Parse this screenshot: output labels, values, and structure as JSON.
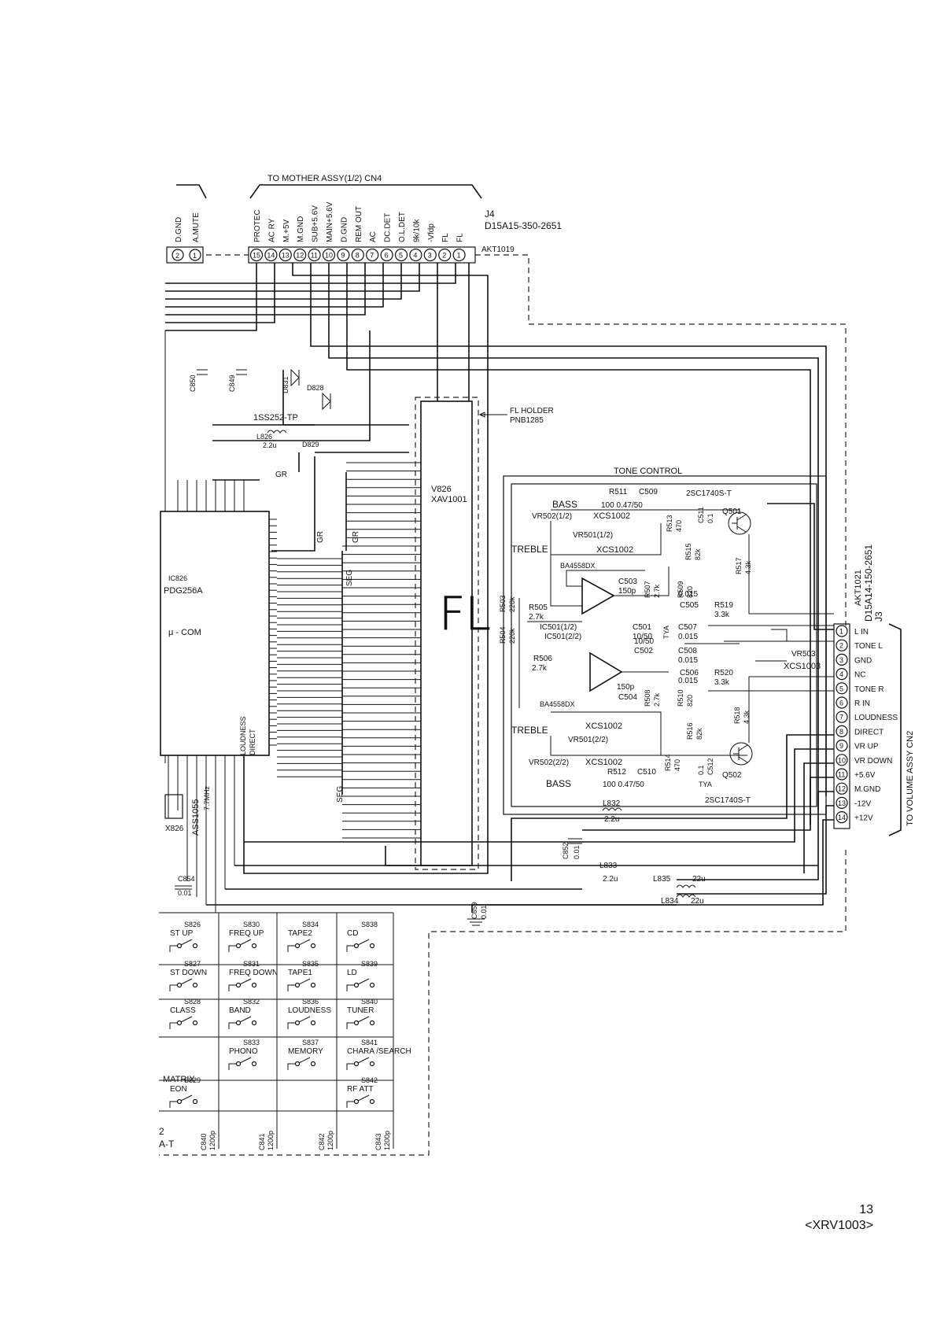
{
  "header": {
    "mother_assy": "TO MOTHER ASSY(1/2) CN4",
    "j4_name": "J4",
    "j4_part": "D15A15-350-2651",
    "j4_akt": "AKT1019"
  },
  "left_pins": [
    {
      "num": "2",
      "label": "D.GND"
    },
    {
      "num": "1",
      "label": "A.MUTE"
    }
  ],
  "j4_pins": [
    {
      "num": "15",
      "label": "PROTEC"
    },
    {
      "num": "14",
      "label": "AC RY"
    },
    {
      "num": "13",
      "label": "M.+5V"
    },
    {
      "num": "12",
      "label": "M.GND"
    },
    {
      "num": "11",
      "label": "SUB+5.6V"
    },
    {
      "num": "10",
      "label": "MAIN+5.6V"
    },
    {
      "num": "9",
      "label": "D.GND"
    },
    {
      "num": "8",
      "label": "REM OUT"
    },
    {
      "num": "7",
      "label": "AC"
    },
    {
      "num": "6",
      "label": "DC.DET"
    },
    {
      "num": "5",
      "label": "O.L.DET"
    },
    {
      "num": "4",
      "label": "9k/10k"
    },
    {
      "num": "3",
      "label": "-Vfdp"
    },
    {
      "num": "2",
      "label": "FL"
    },
    {
      "num": "1",
      "label": "FL"
    }
  ],
  "components": {
    "ic826_ref": "IC826",
    "ic826_part": "PDG256A",
    "ucom": "μ - COM",
    "diode": "1SS252-TP",
    "fl_holder": "FL HOLDER",
    "fl_holder_part": "PNB1285",
    "v826_ref": "V826",
    "v826_part": "XAV1001",
    "fl_glyph": "FL",
    "gr": "GR",
    "seg": "SEG",
    "loudness": "LOUDNESS",
    "direct": "DIRECT",
    "l826": "L826",
    "l826_val": "2.2u",
    "d829": "D829",
    "d828": "D828",
    "d831": "D831",
    "x826": "X826",
    "xtal_part": "ASS1055",
    "xtal_freq": "7.7MHz",
    "c854": "C854",
    "c854_val": "0.01",
    "c859": "C859",
    "c859_val": "0.01",
    "c852": "C852",
    "c852_val": "0.01",
    "l832": "L832",
    "l832_val": "2.2u",
    "l833": "L833",
    "l833_val": "2.2u",
    "l835": "L835",
    "l835_val": "22u",
    "l834": "L834",
    "l834_val": "22u",
    "side_part": "A-T",
    "side_num": "2"
  },
  "tone": {
    "title": "TONE CONTROL",
    "bass": "BASS",
    "treble": "TREBLE",
    "vr502_1": "VR502(1/2)",
    "vr502_2": "VR502(2/2)",
    "vr501_1": "VR501(1/2)",
    "vr501_2": "VR501(2/2)",
    "xcs1002": "XCS1002",
    "r511": "R511",
    "c509": "C509",
    "v509": "100  0.47/50",
    "r512": "R512",
    "c510": "C510",
    "v510": "100  0.47/50",
    "q501": "Q501",
    "q502": "Q502",
    "tr1": "2SC1740S-T",
    "tr2": "2SC1740S-T",
    "ba4558": "BA4558DX",
    "ic501_1": "IC501(1/2)",
    "ic501_2": "IC501(2/2)",
    "r505": "R505",
    "r505v": "2.7k",
    "r506": "R506",
    "r506v": "2.7k",
    "c503": "C503",
    "c503v": "150p",
    "c504": "C504",
    "c504v": "150p",
    "r507": "R507",
    "r507v": "2.7k",
    "r508": "R508",
    "r508v": "2.7k",
    "r509": "R509",
    "r510": "R510",
    "r509v": "820",
    "r510v": "820",
    "r515": "R515",
    "r516": "R516",
    "r515v": "82k",
    "r516v": "82k",
    "r517": "R517",
    "r518": "R518",
    "r517v": "4.3k",
    "r518v": "4.3k",
    "r519": "R519",
    "r520": "R520",
    "r519v": "3.3k",
    "r520v": "3.3k",
    "r513": "R513",
    "r514": "R514",
    "r513v": "470",
    "r514v": "470",
    "c511": "C511",
    "c512": "C512",
    "c511v": "0.1",
    "c512v": "0.1",
    "c501": "C501",
    "c502": "C502",
    "c501v": "10/50",
    "c502v": "10/50",
    "c505": "C505",
    "c506": "C506",
    "c505v": "0.015",
    "c506v": "0.015",
    "c507": "C507",
    "c508": "C508",
    "c507v": "0.015",
    "c508v": "0.015",
    "r503": "R503",
    "r504": "R504",
    "r503v": "220k",
    "r504v": "220k",
    "tya": "TYA",
    "vr503": "VR503",
    "xcs1003": "XCS1003"
  },
  "j3": {
    "name": "J3",
    "part": "D15A14-150-2651",
    "akt": "AKT1021",
    "to_volume": "TO VOLUME ASSY CN2",
    "pins": [
      {
        "num": "1",
        "label": "L IN"
      },
      {
        "num": "2",
        "label": "TONE L"
      },
      {
        "num": "3",
        "label": "GND"
      },
      {
        "num": "4",
        "label": "NC"
      },
      {
        "num": "5",
        "label": "TONE R"
      },
      {
        "num": "6",
        "label": "R IN"
      },
      {
        "num": "7",
        "label": "LOUDNESS"
      },
      {
        "num": "8",
        "label": "DIRECT"
      },
      {
        "num": "9",
        "label": "VR UP"
      },
      {
        "num": "10",
        "label": "VR DOWN"
      },
      {
        "num": "11",
        "label": "+5.6V"
      },
      {
        "num": "12",
        "label": "M.GND"
      },
      {
        "num": "13",
        "label": "-12V"
      },
      {
        "num": "14",
        "label": "+12V"
      }
    ]
  },
  "matrix": {
    "title": "MATRIX",
    "switches": [
      {
        "ref": "S826",
        "label": "ST UP"
      },
      {
        "ref": "S830",
        "label": "FREQ UP"
      },
      {
        "ref": "S834",
        "label": "TAPE2"
      },
      {
        "ref": "S838",
        "label": "CD"
      },
      {
        "ref": "S827",
        "label": "ST DOWN"
      },
      {
        "ref": "S831",
        "label": "FREQ DOWN"
      },
      {
        "ref": "S835",
        "label": "TAPE1"
      },
      {
        "ref": "S839",
        "label": "LD"
      },
      {
        "ref": "S828",
        "label": "CLASS"
      },
      {
        "ref": "S832",
        "label": "BAND"
      },
      {
        "ref": "S836",
        "label": "LOUDNESS"
      },
      {
        "ref": "S840",
        "label": "TUNER"
      },
      {
        "ref": "",
        "label": ""
      },
      {
        "ref": "S833",
        "label": "PHONO"
      },
      {
        "ref": "S837",
        "label": "MEMORY"
      },
      {
        "ref": "S841",
        "label": "CHARA /SEARCH"
      },
      {
        "ref": "S829",
        "label": "EON"
      },
      {
        "ref": "",
        "label": ""
      },
      {
        "ref": "",
        "label": ""
      },
      {
        "ref": "S842",
        "label": "RF ATT"
      }
    ],
    "caps": [
      "C840",
      "C841",
      "C842",
      "C843"
    ],
    "cap_vals": [
      "1200p",
      "1200p",
      "1200p",
      "1200p"
    ]
  },
  "footer": {
    "page": "13",
    "model": "<XRV1003>"
  }
}
